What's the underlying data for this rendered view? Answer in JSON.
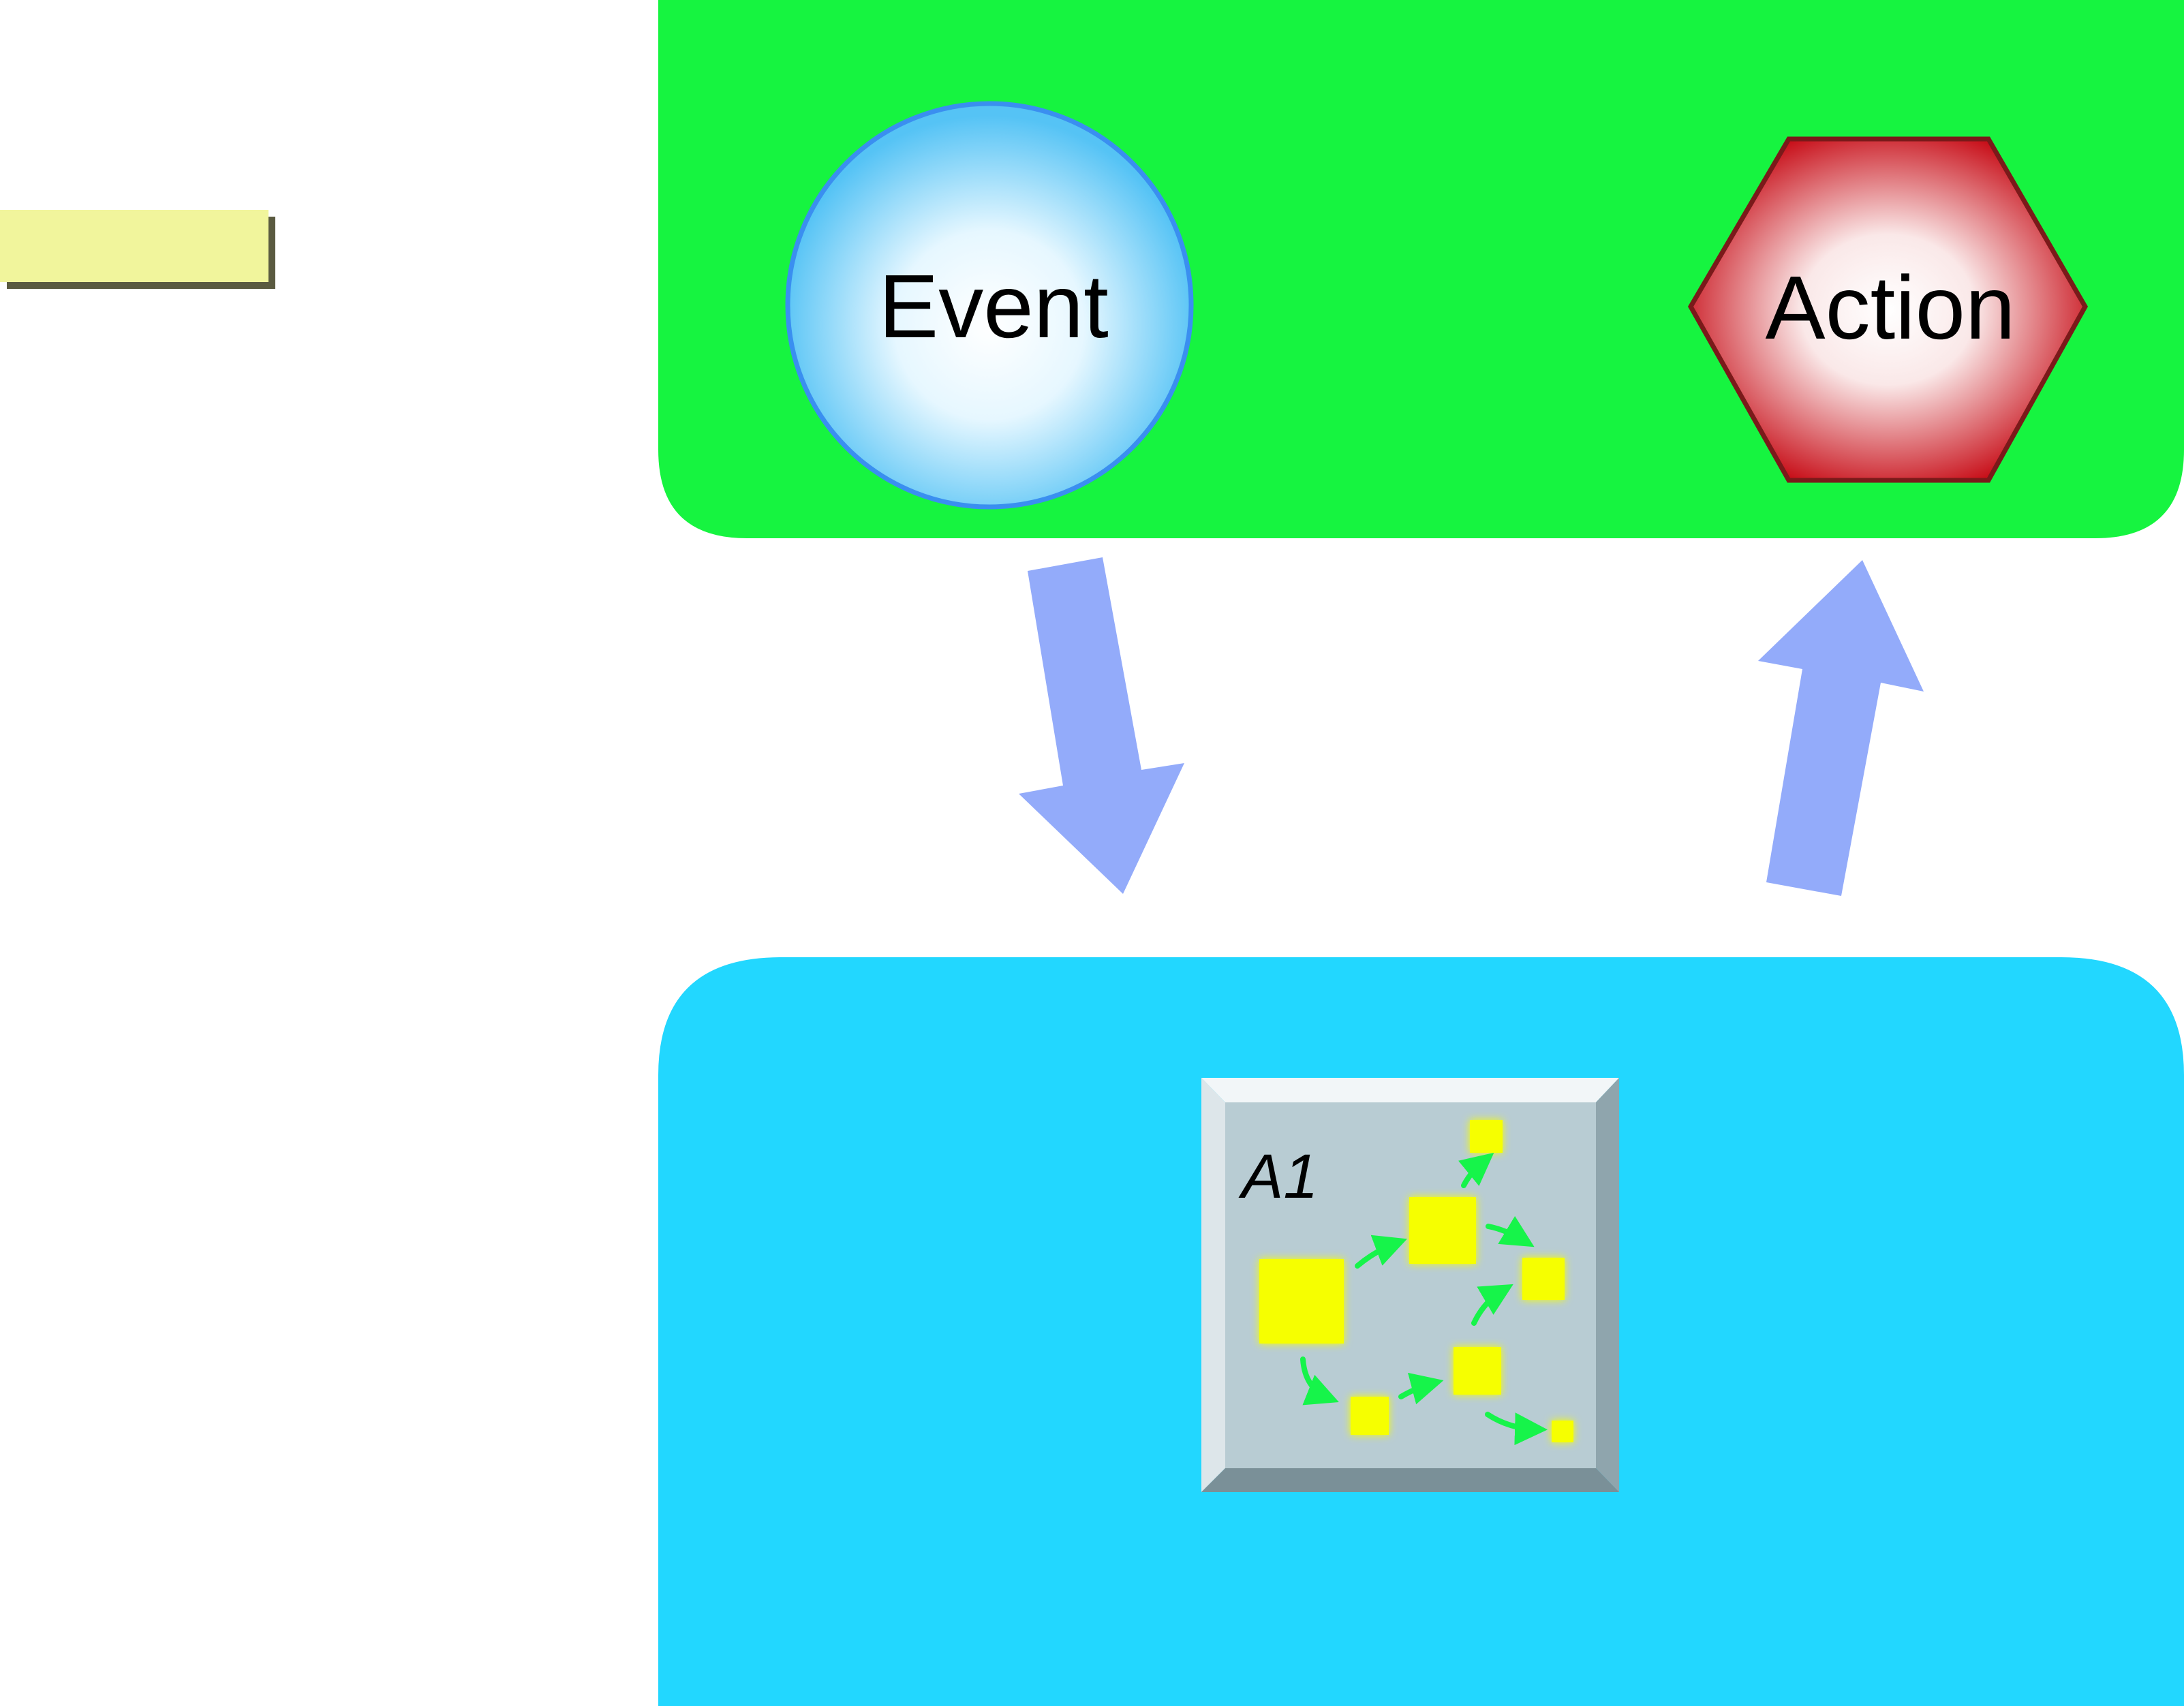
{
  "colors": {
    "environment_panel": "#16f440",
    "agent_panel": "#22d7ff",
    "flow_arrow": "#93abfa",
    "event_node": "#3a8ff0",
    "action_node": "#c8101a",
    "note_box": "#f1f59c",
    "module_face": "#b8ccd3",
    "state_square": "#f6ff00",
    "transition_arrow": "#16f44a"
  },
  "environment": {
    "event_label": "Event",
    "action_label": "Action"
  },
  "agent": {
    "module_label": "A1"
  },
  "note": {
    "text": ""
  }
}
